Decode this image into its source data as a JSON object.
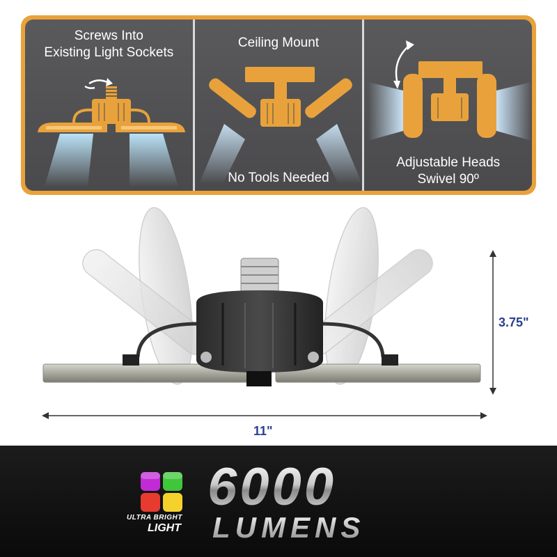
{
  "features": [
    {
      "top_text_line1": "Screws Into",
      "top_text_line2": "Existing Light Sockets",
      "bottom_text_line1": "",
      "bottom_text_line2": ""
    },
    {
      "top_text_line1": "Ceiling Mount",
      "top_text_line2": "",
      "bottom_text_line1": "No Tools Needed",
      "bottom_text_line2": ""
    },
    {
      "top_text_line1": "",
      "top_text_line2": "",
      "bottom_text_line1": "Adjustable Heads",
      "bottom_text_line2": "Swivel 90º"
    }
  ],
  "dimensions": {
    "height": "3.75\"",
    "width": "11\""
  },
  "badge": {
    "line1": "ULTRA BRIGHT",
    "line2": "LIGHT"
  },
  "lumens": {
    "number": "6000",
    "word": "LUMENS"
  },
  "colors": {
    "accent": "#e9a23b",
    "panel": "#505052",
    "dimension": "#2a3f8f",
    "footer": "#111111"
  }
}
